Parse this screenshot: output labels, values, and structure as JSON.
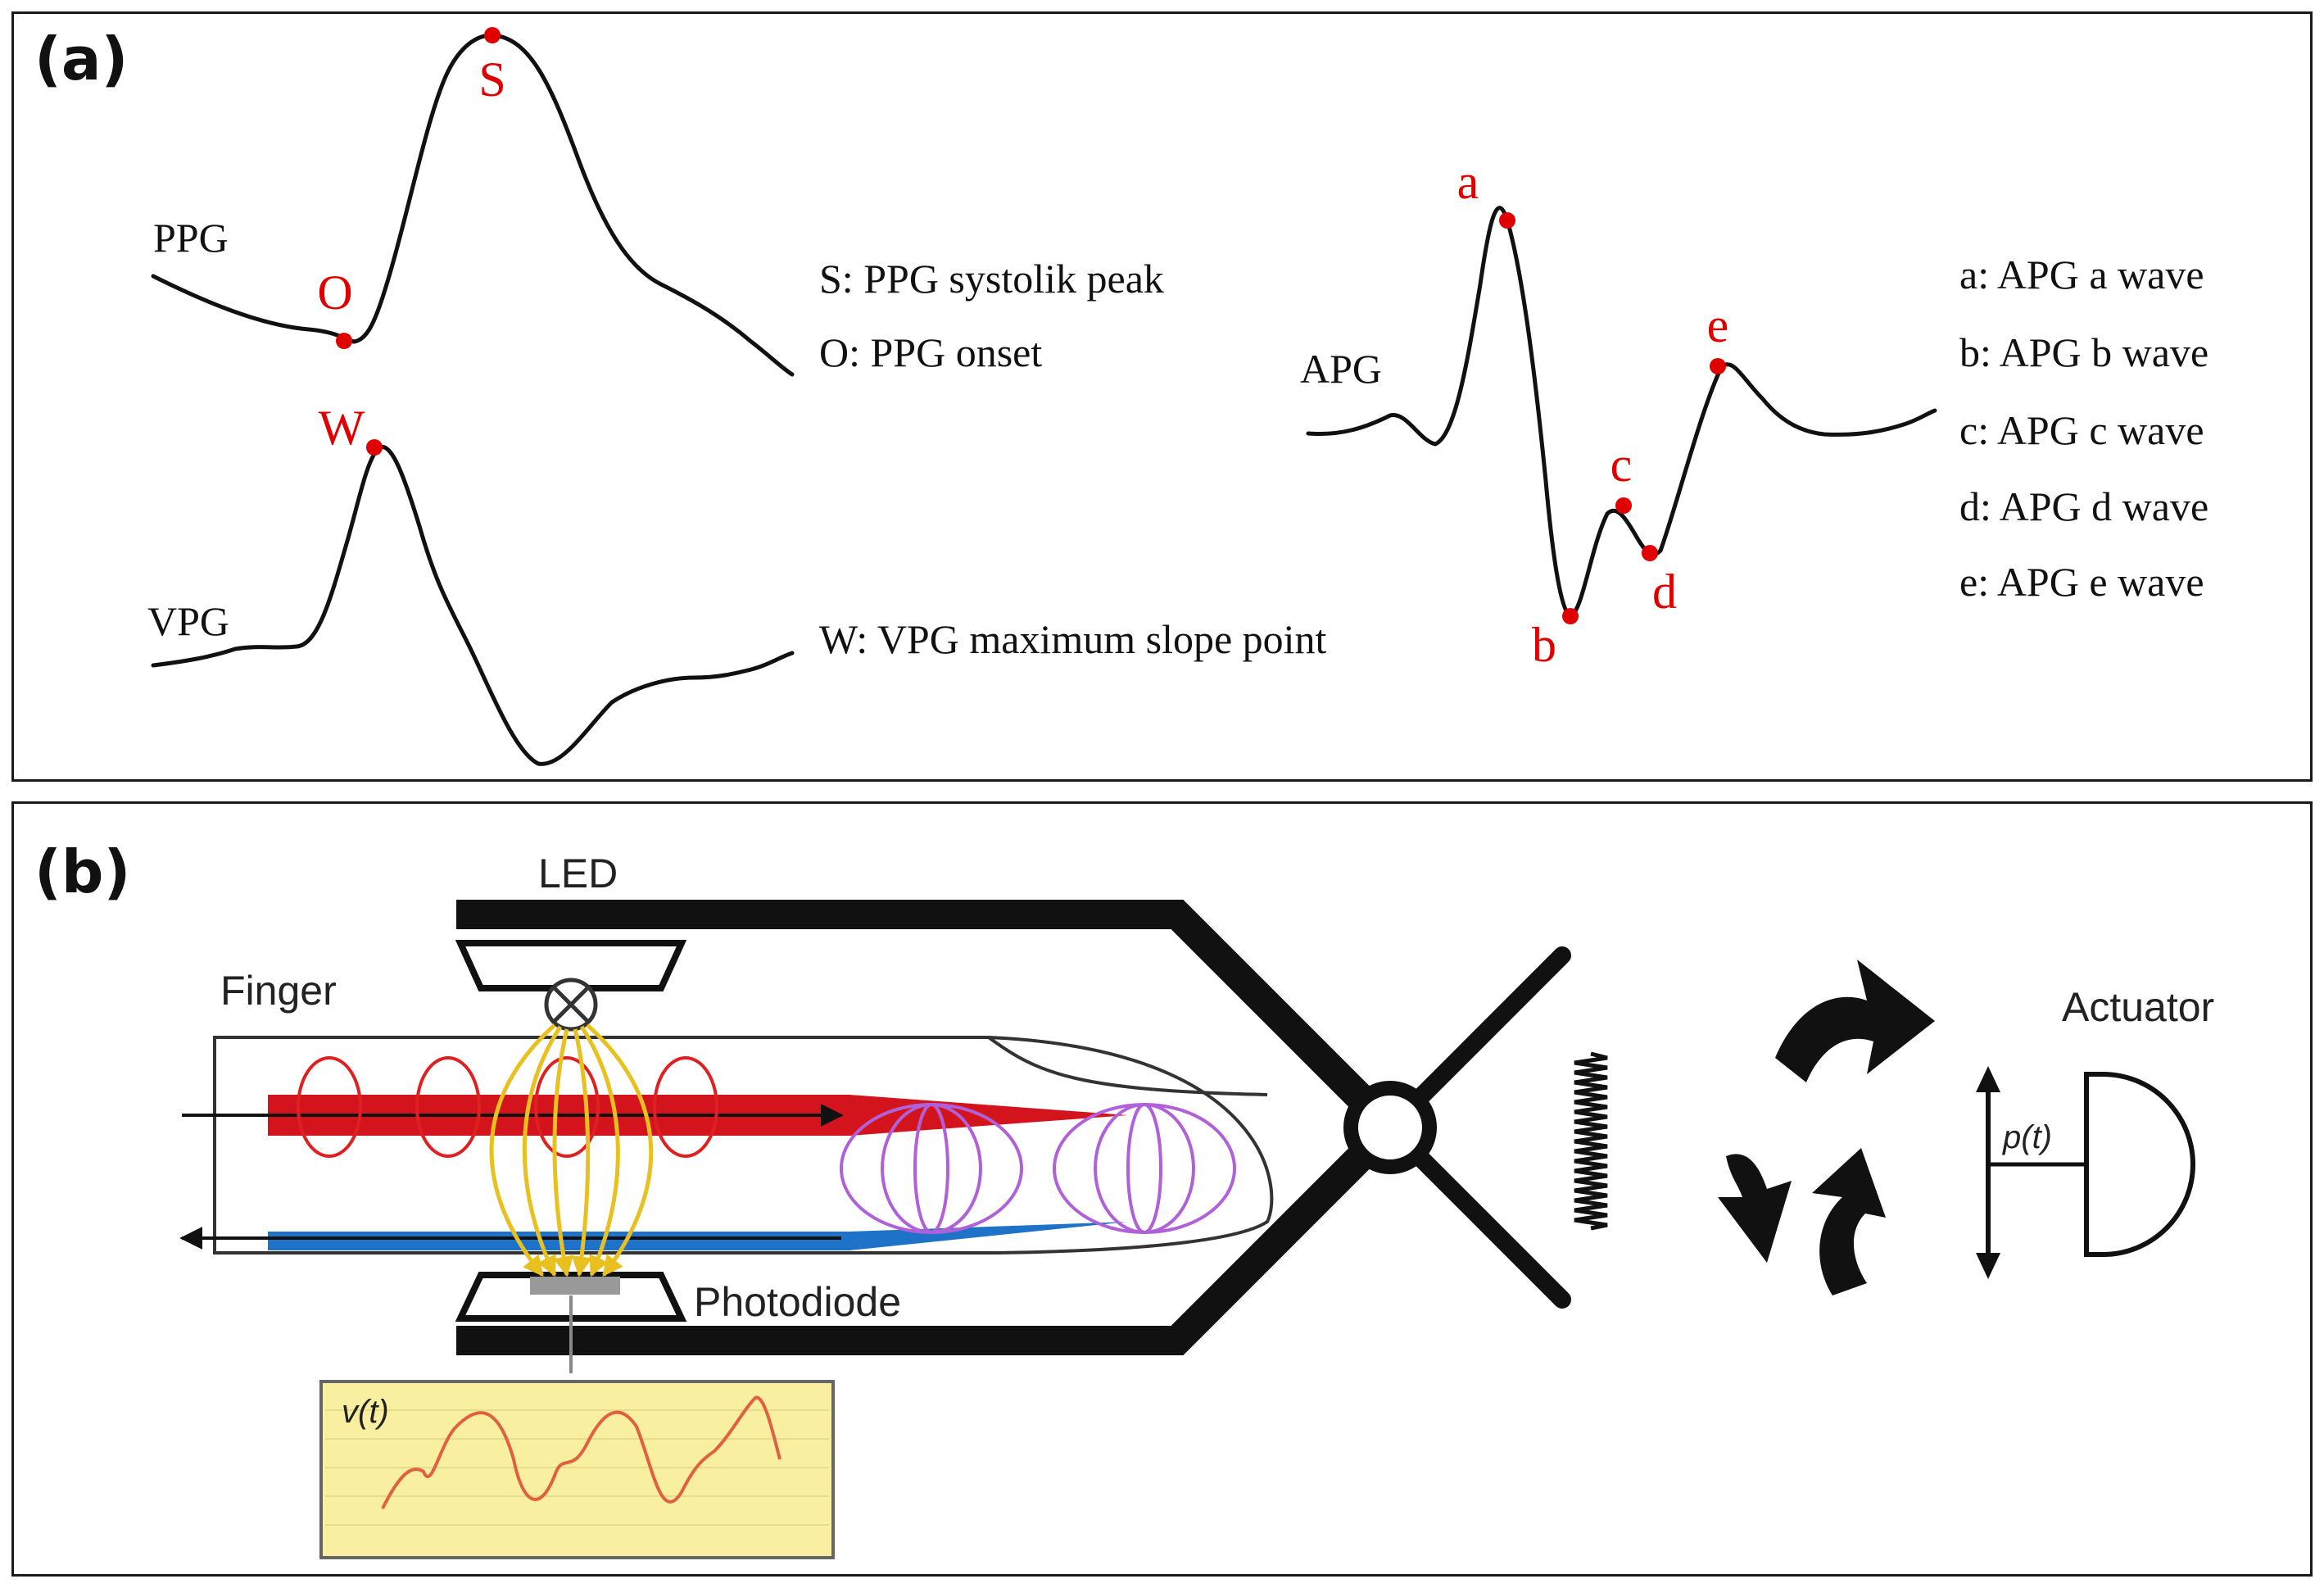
{
  "panel_a": {
    "tag": "(a)",
    "ppg": {
      "label": "PPG",
      "points": {
        "S": "S",
        "O": "O"
      },
      "legend": [
        "S: PPG systolik peak",
        "O: PPG onset"
      ]
    },
    "vpg": {
      "label": "VPG",
      "points": {
        "W": "W"
      },
      "legend": [
        "W: VPG maximum slope point"
      ]
    },
    "apg": {
      "label": "APG",
      "points": {
        "a": "a",
        "b": "b",
        "c": "c",
        "d": "d",
        "e": "e"
      },
      "legend": [
        "a: APG a wave",
        "b: APG b wave",
        "c: APG c wave",
        "d: APG d wave",
        "e: APG e wave"
      ]
    }
  },
  "panel_b": {
    "tag": "(b)",
    "labels": {
      "led": "LED",
      "finger": "Finger",
      "photodiode": "Photodiode",
      "actuator": "Actuator",
      "pressure": "p(t)",
      "voltage": "v(t)"
    }
  },
  "colors": {
    "marker": "#e00000",
    "artery": "#d4141c",
    "vein": "#1e73c8",
    "light_rays": "#e8c020",
    "capillary": "#b060d8",
    "artery_loops": "#e02020",
    "signal_box": "#f8f0a0",
    "signal_trace": "#e06040"
  }
}
